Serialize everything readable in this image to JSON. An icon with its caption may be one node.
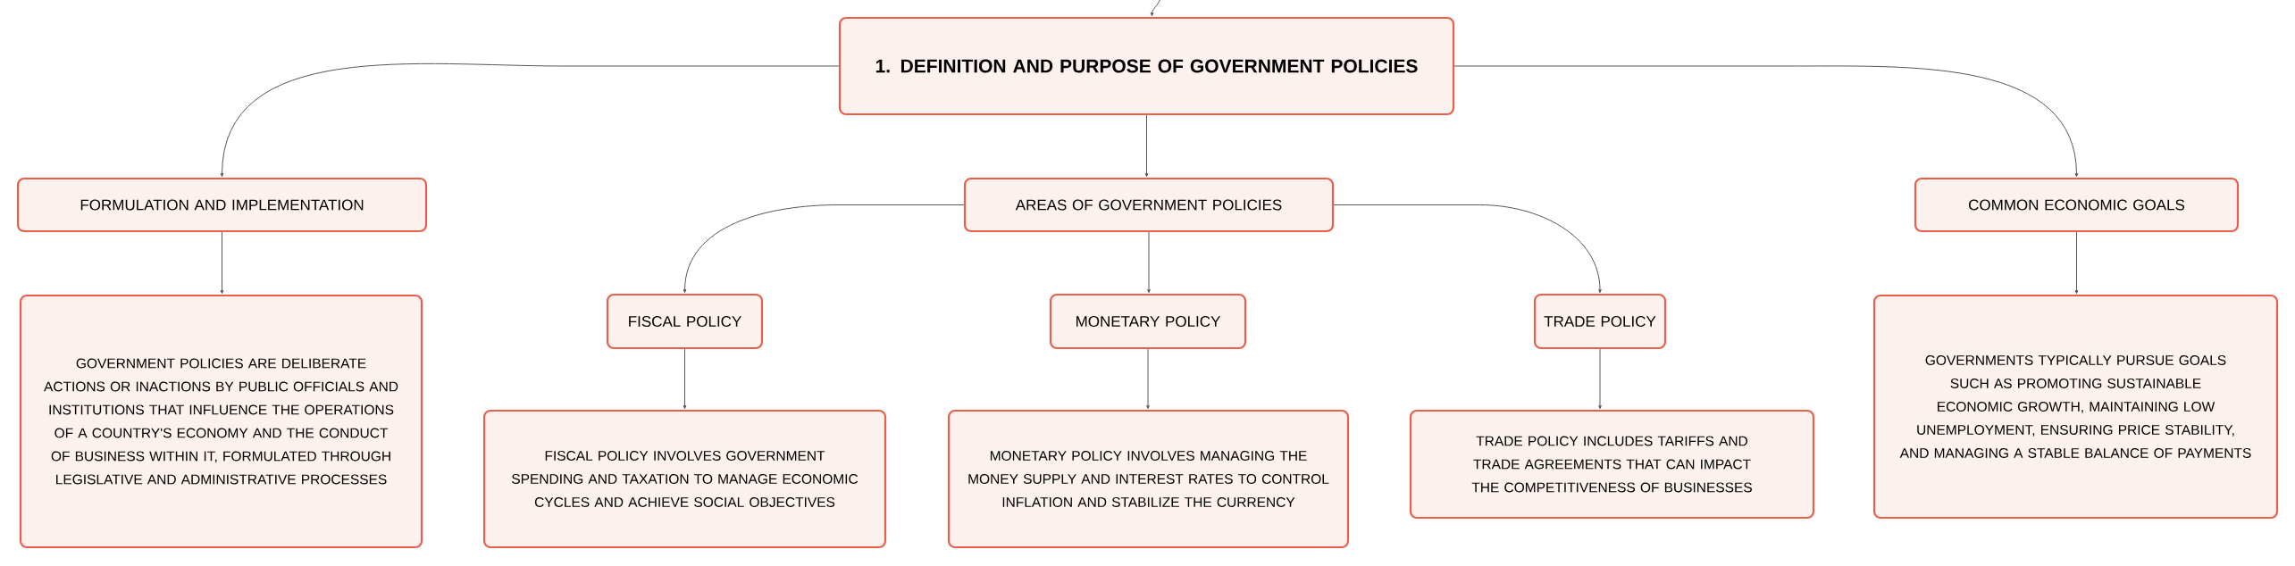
{
  "diagram": {
    "nodes": [
      {
        "text": [
          "1. DEFINITION AND PURPOSE OF GOVERNMENT POLICIES"
        ]
      },
      {
        "text": [
          "FORMULATION AND IMPLEMENTATION"
        ]
      },
      {
        "text": [
          "GOVERNMENT POLICIES ARE DELIBERATE ACTIONS OR INACTIONS BY PUBLIC OFFICIALS AND INSTITUTIONS THAT INFLUENCE THE OPERATIONS OF A COUNTRY'S ECONOMY AND THE CONDUCT OF BUSINESS WITHIN IT, FORMULATED THROUGH LEGISLATIVE AND ADMINISTRATIVE PROCESSES"
        ]
      },
      {
        "text": [
          "AREAS OF GOVERNMENT POLICIES"
        ]
      },
      {
        "text": [
          "FISCAL POLICY"
        ]
      },
      {
        "text": [
          "FISCAL POLICY INVOLVES GOVERNMENT SPENDING AND TAXATION TO MANAGE ECONOMIC CYCLES AND ACHIEVE SOCIAL OBJECTIVES"
        ]
      },
      {
        "text": [
          "MONETARY POLICY"
        ]
      },
      {
        "text": [
          "MONETARY POLICY INVOLVES MANAGING THE MONEY SUPPLY AND INTEREST RATES TO CONTROL INFLATION AND STABILIZE THE CURRENCY"
        ]
      },
      {
        "text": [
          "TRADE POLICY"
        ]
      },
      {
        "text": [
          "TRADE POLICY INCLUDES TARIFFS AND TRADE AGREEMENTS THAT CAN IMPACT THE COMPETITIVENESS OF BUSINESSES"
        ]
      },
      {
        "text": [
          "COMMON ECONOMIC GOALS"
        ]
      },
      {
        "text": [
          "GOVERNMENTS TYPICALLY PURSUE GOALS SUCH AS PROMOTING SUSTAINABLE ECONOMIC GROWTH, MAINTAINING LOW UNEMPLOYMENT, ENSURING PRICE STABILITY, AND MANAGING A STABLE BALANCE OF PAYMENTS"
        ]
      }
    ],
    "edges": [
      {
        "from": null,
        "to": 0,
        "arrow": "to"
      },
      {
        "from": 0,
        "to": 1,
        "arrow": "to"
      },
      {
        "from": 0,
        "to": 3,
        "arrow": "to"
      },
      {
        "from": 0,
        "to": 10,
        "arrow": "to"
      },
      {
        "from": 1,
        "to": 2,
        "arrow": "to"
      },
      {
        "from": 3,
        "to": 4,
        "arrow": "to"
      },
      {
        "from": 3,
        "to": 6,
        "arrow": "to"
      },
      {
        "from": 3,
        "to": 8,
        "arrow": "to"
      },
      {
        "from": 4,
        "to": 5,
        "arrow": "to"
      },
      {
        "from": 6,
        "to": 7,
        "arrow": "to"
      },
      {
        "from": 8,
        "to": 9,
        "arrow": "to"
      },
      {
        "from": 10,
        "to": 11,
        "arrow": "to"
      }
    ]
  }
}
